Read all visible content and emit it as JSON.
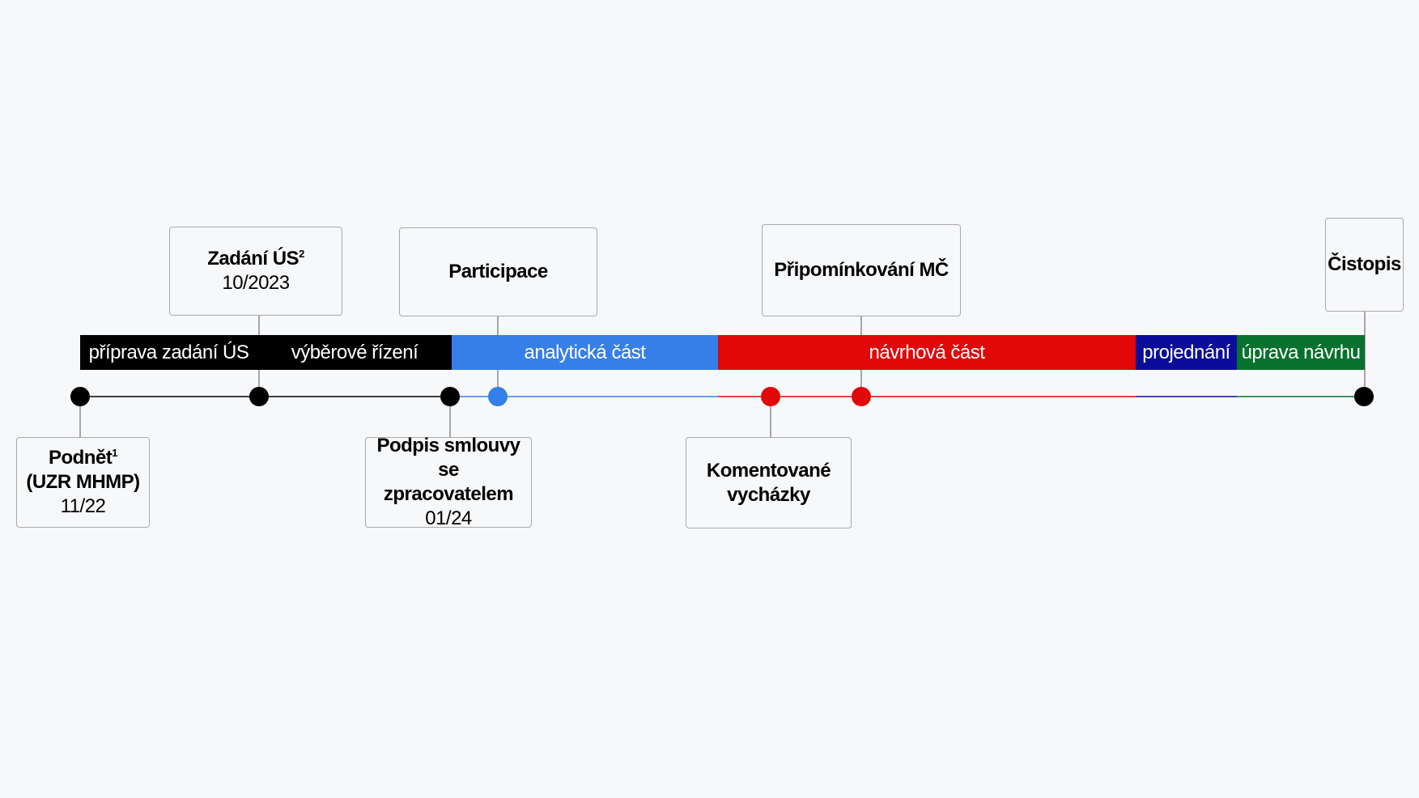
{
  "colors": {
    "black": "#000000",
    "blue": "#3580e8",
    "red": "#e00808",
    "navy": "#0c0c9a",
    "green": "#08712e",
    "connector": "#555555",
    "box_border": "#a9a9a9"
  },
  "phases": [
    {
      "label": "příprava zadání ÚS",
      "color": "#000000"
    },
    {
      "label": "výběrové řízení",
      "color": "#000000"
    },
    {
      "label": "analytická část",
      "color": "#3580e8"
    },
    {
      "label": "návrhová část",
      "color": "#e00808"
    },
    {
      "label": "projednání",
      "color": "#0c0c9a"
    },
    {
      "label": "úprava návrhu",
      "color": "#08712e"
    }
  ],
  "milestones": [
    {
      "title": "Podnět",
      "sup": "1",
      "subtitle": "(UZR MHMP)",
      "date": "11/22",
      "color": "#000000"
    },
    {
      "title": "Zadání ÚS",
      "sup": "2",
      "date": "10/2023",
      "color": "#000000"
    },
    {
      "title": "Podpis smlouvy se",
      "subtitle": "zpracovatelem",
      "date": "01/24",
      "color": "#000000"
    },
    {
      "title": "Participace",
      "color": "#3580e8"
    },
    {
      "title": "Komentované",
      "subtitle": "vycházky",
      "color": "#e00808"
    },
    {
      "title": "Připomínkování MČ",
      "color": "#e00808"
    },
    {
      "title": "Čistopis",
      "color": "#000000"
    }
  ]
}
